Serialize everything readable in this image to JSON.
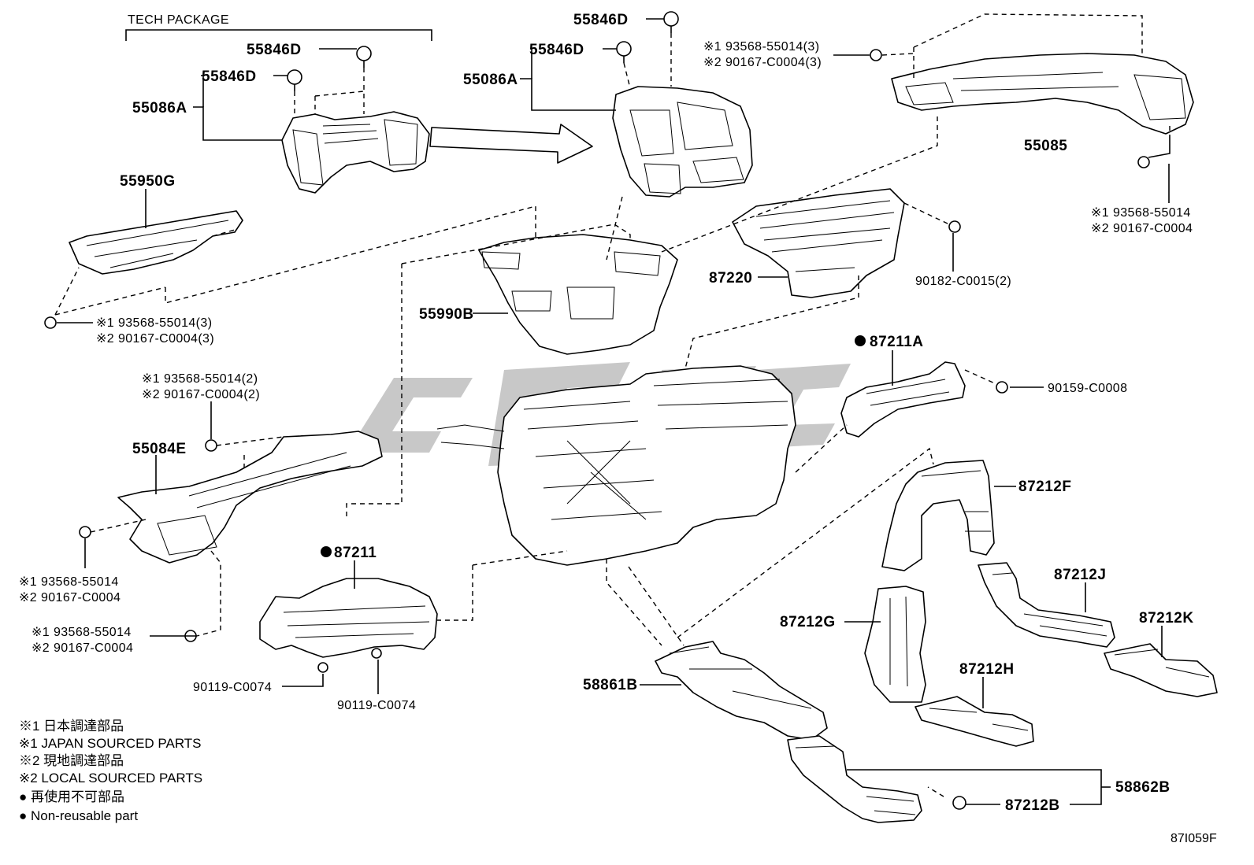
{
  "diagram": {
    "header": "TECH PACKAGE",
    "code": "87I059F",
    "labels": {
      "p55846D_a": "55846D",
      "p55846D_b": "55846D",
      "p55846D_c": "55846D",
      "p55846D_d": "55846D",
      "p55086A_a": "55086A",
      "p55086A_b": "55086A",
      "p55085": "55085",
      "p55950G": "55950G",
      "p87220": "87220",
      "p55990B": "55990B",
      "p87211A": "87211A",
      "p90159": "90159-C0008",
      "p90182": "90182-C0015(2)",
      "p55084E": "55084E",
      "p87211": "87211",
      "p87212F": "87212F",
      "p87212J": "87212J",
      "p87212G": "87212G",
      "p87212K": "87212K",
      "p87212H": "87212H",
      "p58861B": "58861B",
      "p58862B": "58862B",
      "p87212B": "87212B",
      "p90119_a": "90119-C0074",
      "p90119_b": "90119-C0074"
    },
    "refs": {
      "r1_a": "※1 93568-55014(3)",
      "r2_a": "※2 90167-C0004(3)",
      "r1_b": "※1 93568-55014",
      "r2_b": "※2 90167-C0004",
      "r1_c": "※1 93568-55014(3)",
      "r2_c": "※2 90167-C0004(3)",
      "r1_d": "※1 93568-55014(2)",
      "r2_d": "※2 90167-C0004(2)",
      "r1_e": "※1 93568-55014",
      "r2_e": "※2 90167-C0004",
      "r1_f": "※1 93568-55014",
      "r2_f": "※2 90167-C0004"
    },
    "legend": [
      "※1 日本調達部品",
      "※1 JAPAN SOURCED PARTS",
      "※2 現地調達部品",
      "※2 LOCAL SOURCED PARTS",
      "● 再使用不可部品",
      "● Non-reusable part"
    ]
  }
}
